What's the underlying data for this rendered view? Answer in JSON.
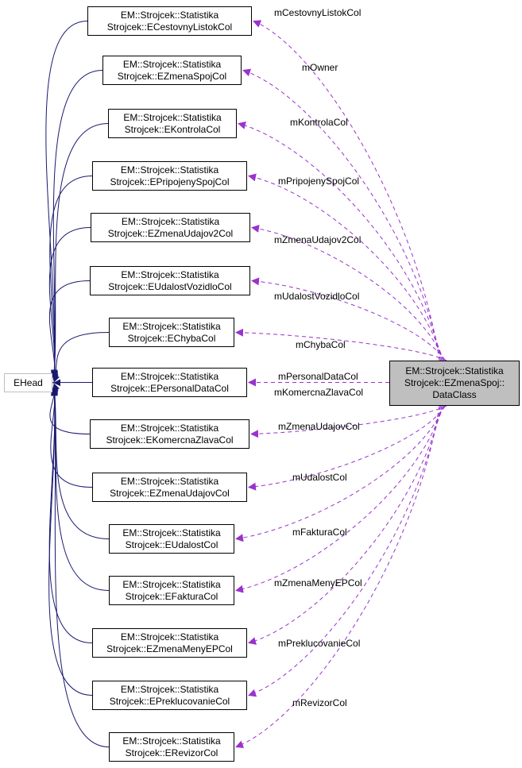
{
  "base": {
    "label": "EHead"
  },
  "target": {
    "line1": "EM::Strojcek::Statistika",
    "line2": "Strojcek::EZmenaSpoj::",
    "line3": "DataClass"
  },
  "classes": [
    {
      "line1": "EM::Strojcek::Statistika",
      "line2": "Strojcek::ECestovnyListokCol",
      "edge_label": "mCestovnyListokCol"
    },
    {
      "line1": "EM::Strojcek::Statistika",
      "line2": "Strojcek::EZmenaSpojCol",
      "edge_label": "mOwner"
    },
    {
      "line1": "EM::Strojcek::Statistika",
      "line2": "Strojcek::EKontrolaCol",
      "edge_label": "mKontrolaCol"
    },
    {
      "line1": "EM::Strojcek::Statistika",
      "line2": "Strojcek::EPripojenySpojCol",
      "edge_label": "mPripojenySpojCol"
    },
    {
      "line1": "EM::Strojcek::Statistika",
      "line2": "Strojcek::EZmenaUdajov2Col",
      "edge_label": "mZmenaUdajov2Col"
    },
    {
      "line1": "EM::Strojcek::Statistika",
      "line2": "Strojcek::EUdalostVozidloCol",
      "edge_label": "mUdalostVozidloCol"
    },
    {
      "line1": "EM::Strojcek::Statistika",
      "line2": "Strojcek::EChybaCol",
      "edge_label": "mChybaCol"
    },
    {
      "line1": "EM::Strojcek::Statistika",
      "line2": "Strojcek::EPersonalDataCol",
      "edge_label": "mPersonalDataCol"
    },
    {
      "line1": "EM::Strojcek::Statistika",
      "line2": "Strojcek::EKomercnaZlavaCol",
      "edge_label": "mKomercnaZlavaCol"
    },
    {
      "line1": "EM::Strojcek::Statistika",
      "line2": "Strojcek::EZmenaUdajovCol",
      "edge_label": "mZmenaUdajovCol"
    },
    {
      "line1": "EM::Strojcek::Statistika",
      "line2": "Strojcek::EUdalostCol",
      "edge_label": "mUdalostCol"
    },
    {
      "line1": "EM::Strojcek::Statistika",
      "line2": "Strojcek::EFakturaCol",
      "edge_label": "mFakturaCol"
    },
    {
      "line1": "EM::Strojcek::Statistika",
      "line2": "Strojcek::EZmenaMenyEPCol",
      "edge_label": "mZmenaMenyEPCol"
    },
    {
      "line1": "EM::Strojcek::Statistika",
      "line2": "Strojcek::EPreklucovanieCol",
      "edge_label": "mPreklucovanieCol"
    },
    {
      "line1": "EM::Strojcek::Statistika",
      "line2": "Strojcek::ERevizorCol",
      "edge_label": "mRevizorCol"
    }
  ],
  "colors": {
    "inheritance": "#191970",
    "usage": "#9a32cd",
    "target_fill": "#bfbfbf",
    "base_border": "#bfbfbf"
  }
}
